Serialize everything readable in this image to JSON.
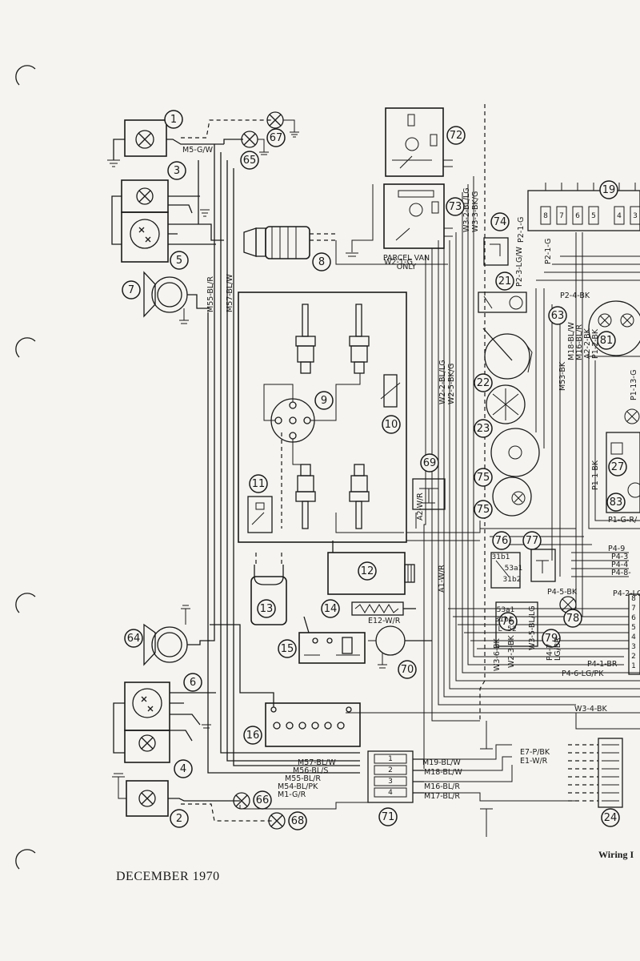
{
  "footer": {
    "date": "DECEMBER 1970"
  },
  "caption": "Wiring I",
  "components": [
    "1",
    "2",
    "3",
    "4",
    "5",
    "6",
    "7",
    "8",
    "9",
    "10",
    "11",
    "12",
    "13",
    "14",
    "15",
    "16",
    "19",
    "21",
    "22",
    "23",
    "24",
    "27",
    "63",
    "64",
    "65",
    "66",
    "67",
    "68",
    "69",
    "70",
    "71",
    "72",
    "73",
    "74",
    "75",
    "75",
    "76",
    "76",
    "77",
    "78",
    "79",
    "81",
    "83"
  ],
  "connector_19_pins": [
    "8",
    "7",
    "6",
    "5",
    "4",
    "3"
  ],
  "connector_71_pins": [
    "1",
    "2",
    "3",
    "4"
  ],
  "switch_76_terms": [
    "31b1",
    "53a1",
    "31b2"
  ],
  "switch_76b_terms": [
    "53a1",
    "31b1",
    "L",
    "52"
  ],
  "connector_P4_pins": [
    "8",
    "7",
    "6",
    "5",
    "4",
    "3",
    "2",
    "1"
  ],
  "note_parcel_van": "PARCEL VAN\nONLY",
  "wire_labels": {
    "m5": "M5-G/W",
    "m55": "M55-BL/R",
    "m57": "M57-BL/W",
    "w21": "W2-1-G",
    "w32": "W3-2-BL/LG",
    "w33": "W3-3-BK/G",
    "w22": "W2-2-BL/LG",
    "w25": "W2-5-BK/G",
    "a2": "A2-W/R",
    "a1": "A1-W/R",
    "e12": "E12-W/R",
    "p21": "P2-1-G",
    "p21b": "P2-1-G",
    "p23": "P2-3-LG/W",
    "p24": "P2-4-BK",
    "m53": "M53-BK",
    "m18": "M18-BL/W",
    "m16": "M16-BL/R",
    "a22": "A2-2-BK",
    "p12": "P1-2-BK",
    "p11": "P1-1-BK",
    "p113": "P1-13-G",
    "p1g": "P1-G-R/",
    "p49": "P4-9",
    "p43": "P4-3",
    "p44": "P4-4",
    "p48": "P4-8-",
    "p45": "P4-5-BK",
    "p42": "P4-2-LG",
    "p47": "P4-7",
    "p47b": "LG/BR",
    "p41": "P4-1-BR",
    "p46": "P4-6-LG/PK",
    "w35": "W3-5-BL/LG",
    "w36": "W3-6-BK",
    "w23": "W2-3-BK",
    "w34": "W3-4-BK",
    "e7": "E7-P/BK",
    "e1": "E1-W/R",
    "m57b": "M57-BL/W",
    "m56": "M56-BL/S",
    "m55b": "M55-BL/R",
    "m54": "M54-BL/PK",
    "m1": "M1-G/R",
    "m19": "M19-BL/W",
    "m18b": "M18-BL/W",
    "m16b": "M16-BL/R",
    "m17": "M17-BL/R"
  }
}
